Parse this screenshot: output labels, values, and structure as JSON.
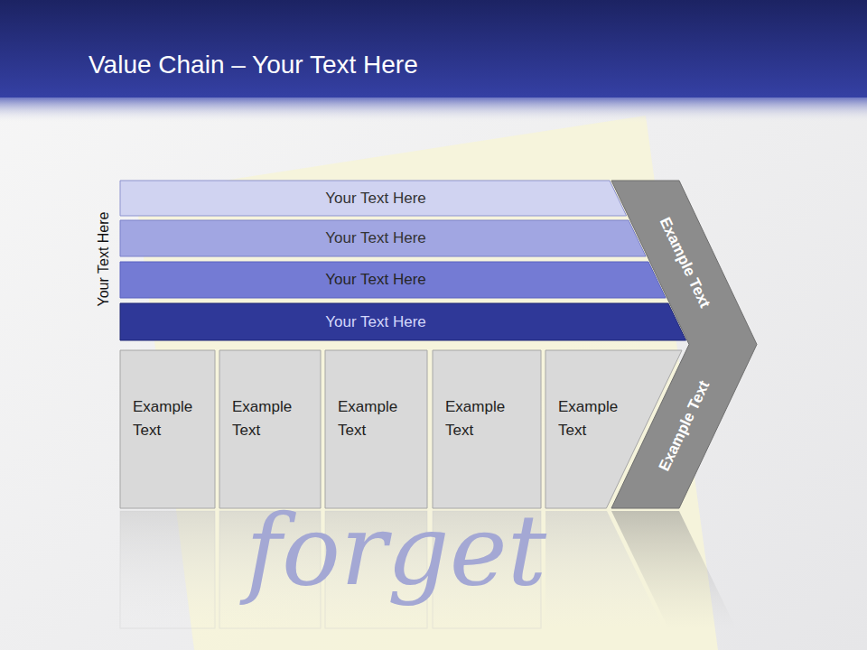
{
  "diagram": {
    "title": "Value Chain – Your Text Here",
    "nodes": [
      {
        "text": [
          "Your Text Here"
        ]
      },
      {
        "text": [
          "Your Text Here"
        ]
      },
      {
        "text": [
          "Your Text Here"
        ]
      },
      {
        "text": [
          "Your Text Here"
        ]
      },
      {
        "text": [
          "Example Text"
        ]
      },
      {
        "text": [
          "Example Text"
        ]
      },
      {
        "text": [
          "Example Text"
        ]
      },
      {
        "text": [
          "Example Text"
        ]
      },
      {
        "text": [
          "Example Text"
        ]
      },
      {
        "text": [
          "Example Text",
          "Example Text"
        ]
      }
    ],
    "labels": [
      "Your Text Here",
      "forget"
    ]
  }
}
